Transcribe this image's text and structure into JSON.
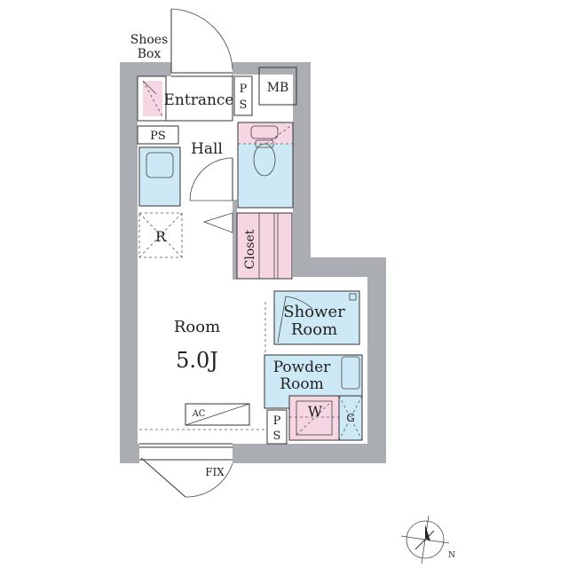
{
  "rooms": {
    "shoes_box": [
      "Shoes",
      "Box"
    ],
    "entrance": "Entrance",
    "ps_top": [
      "P",
      "S"
    ],
    "mb": "MB",
    "ps_left": "PS",
    "hall": "Hall",
    "refrigerator": "R",
    "closet": "Closet",
    "room_name": "Room",
    "room_size": "5.0J",
    "shower_room": [
      "Shower",
      "Room"
    ],
    "powder_room": [
      "Powder",
      "Room"
    ],
    "washer": "W",
    "gas": "G",
    "ps_bottom": [
      "P",
      "S"
    ],
    "ac": "AC",
    "fix": "FIX"
  },
  "compass": {
    "north_label": "N"
  },
  "colors": {
    "wall": "#aaaeb2",
    "wet_area": "#cde9f6",
    "storage": "#f6d6e3"
  }
}
